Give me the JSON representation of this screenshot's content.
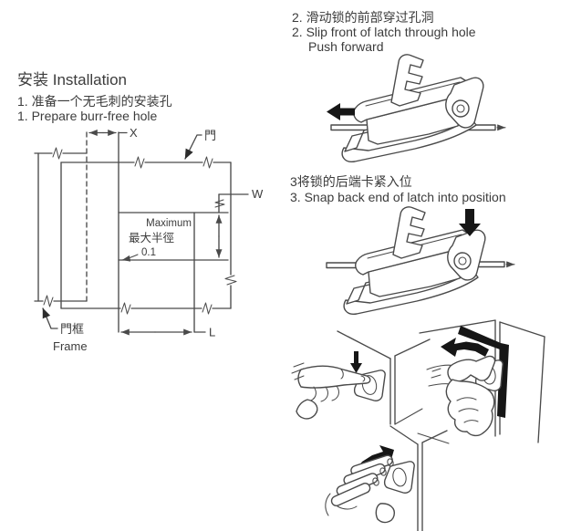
{
  "canvas": {
    "bg": "#ffffff",
    "line_color": "#4a4a4a",
    "arrow_color": "#161616",
    "text_color": "#3c3c3c"
  },
  "intro": {
    "title": "安装 Installation",
    "step1_zh": "1. 准备一个无毛刺的安装孔",
    "step1_en": "1. Prepare burr-free hole"
  },
  "diagram": {
    "labels": {
      "x": "X",
      "w": "W",
      "l": "L",
      "door": "門",
      "frame_zh": "門框",
      "frame_en": "Frame"
    },
    "radius_note": {
      "line1": "Maximum",
      "line2": "最大半徑",
      "line3": "0.1"
    }
  },
  "step2": {
    "zh": "2. 滑动锁的前部穿过孔洞",
    "en": "2. Slip front of latch through hole",
    "en_line2": "Push forward"
  },
  "step3": {
    "zh": "3将锁的后端卡紧入位",
    "en": "3. Snap back end of latch into position"
  },
  "icons": {
    "push_forward_arrow": "solid left-pointing arrow",
    "snap_down_arrow": "solid down-pointing arrow",
    "press_down_arrow": "small solid down arrow",
    "swing_left_arrow": "curved solid left arrow",
    "push_up_arrow": "curved solid up-right arrow",
    "panel_direction_arrow": "thin right arrow on panel edge",
    "leader_arrow": "solid triangle leader arrowhead"
  }
}
